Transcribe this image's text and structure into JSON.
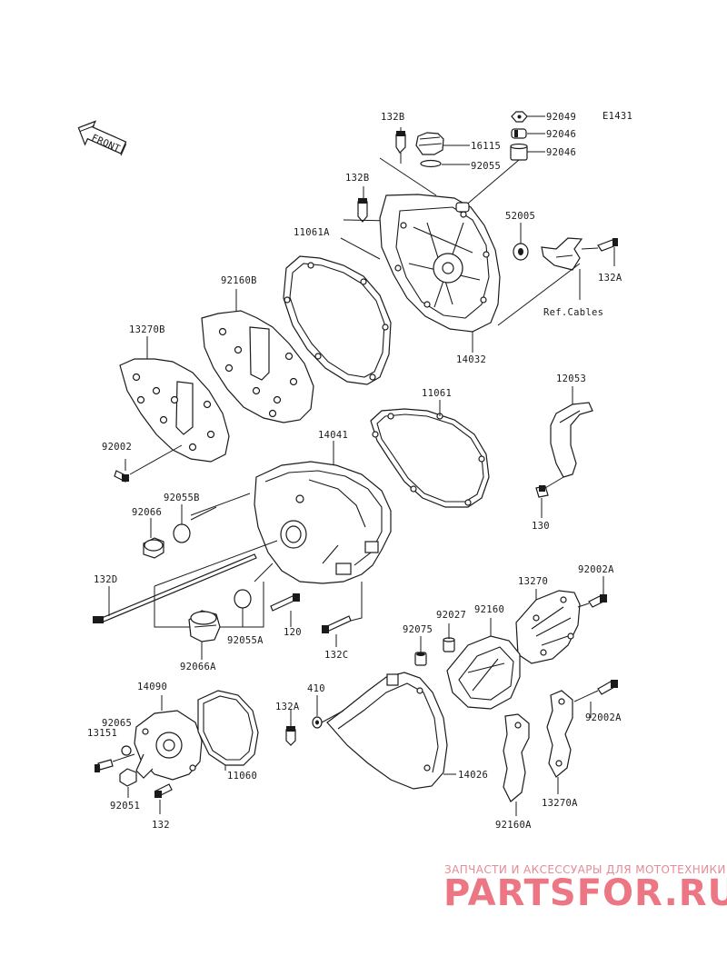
{
  "diagram": {
    "code": "E1431",
    "front_label": "FRONT",
    "labels": {
      "p132B_top": "132B",
      "p92049": "92049",
      "p92046_a": "92046",
      "p92046_b": "92046",
      "p16115": "16115",
      "p92055": "92055",
      "p132B_mid": "132B",
      "p11061A": "11061A",
      "p52005": "52005",
      "p132A_top": "132A",
      "ref_cables": "Ref.Cables",
      "p92160B": "92160B",
      "p14032": "14032",
      "p13270B": "13270B",
      "p11061": "11061",
      "p12053": "12053",
      "p92002": "92002",
      "p14041": "14041",
      "p92055B": "92055B",
      "p92066": "92066",
      "p130": "130",
      "p132D": "132D",
      "p13270": "13270",
      "p92002A_top": "92002A",
      "p92027": "92027",
      "p92160": "92160",
      "p92075": "92075",
      "p120": "120",
      "p92055A": "92055A",
      "p132C": "132C",
      "p92066A": "92066A",
      "p14090": "14090",
      "p410": "410",
      "p132A_bot": "132A",
      "p92002A_bot": "92002A",
      "p92065": "92065",
      "p13151": "13151",
      "p11060": "11060",
      "p14026": "14026",
      "p92051": "92051",
      "p132": "132",
      "p13270A": "13270A",
      "p92160A": "92160A"
    }
  },
  "watermark": {
    "tagline": "ЗАПЧАСТИ И АКСЕССУАРЫ ДЛЯ МОТОТЕХНИКИ",
    "brand": "PARTSFOR.RU"
  }
}
